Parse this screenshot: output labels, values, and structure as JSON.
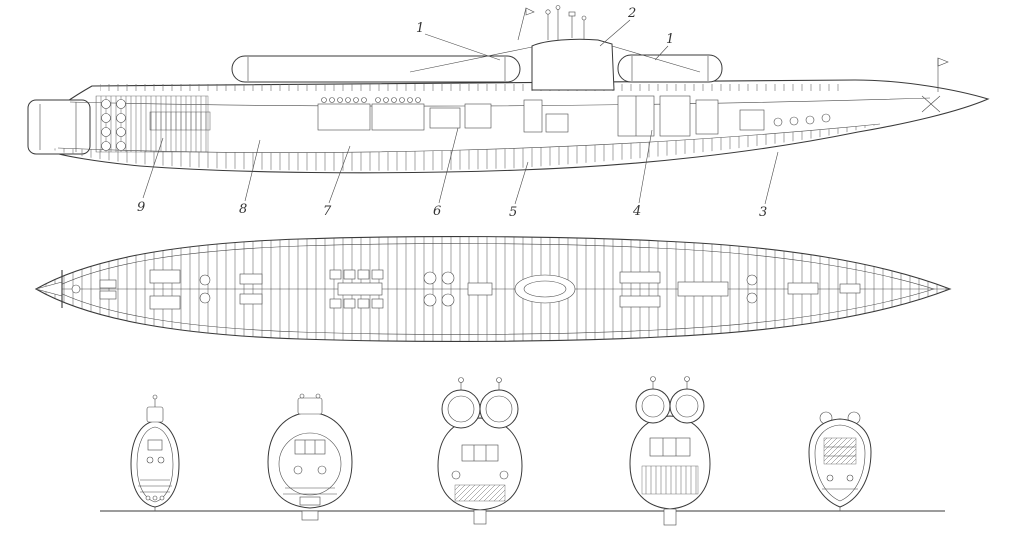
{
  "diagram": {
    "kind": "cutaway-technical-drawing",
    "views": {
      "profile": "side-elevation-cutaway",
      "plan": "top-plan-cutaway",
      "sections": [
        "section-a",
        "section-b",
        "section-c",
        "section-d",
        "section-e"
      ]
    }
  },
  "callouts": {
    "top": [
      "1",
      "2",
      "1"
    ],
    "bottom": [
      "9",
      "8",
      "7",
      "6",
      "5",
      "4",
      "3"
    ]
  },
  "colors": {
    "ink": "#3a3a3a",
    "background": "#ffffff"
  }
}
